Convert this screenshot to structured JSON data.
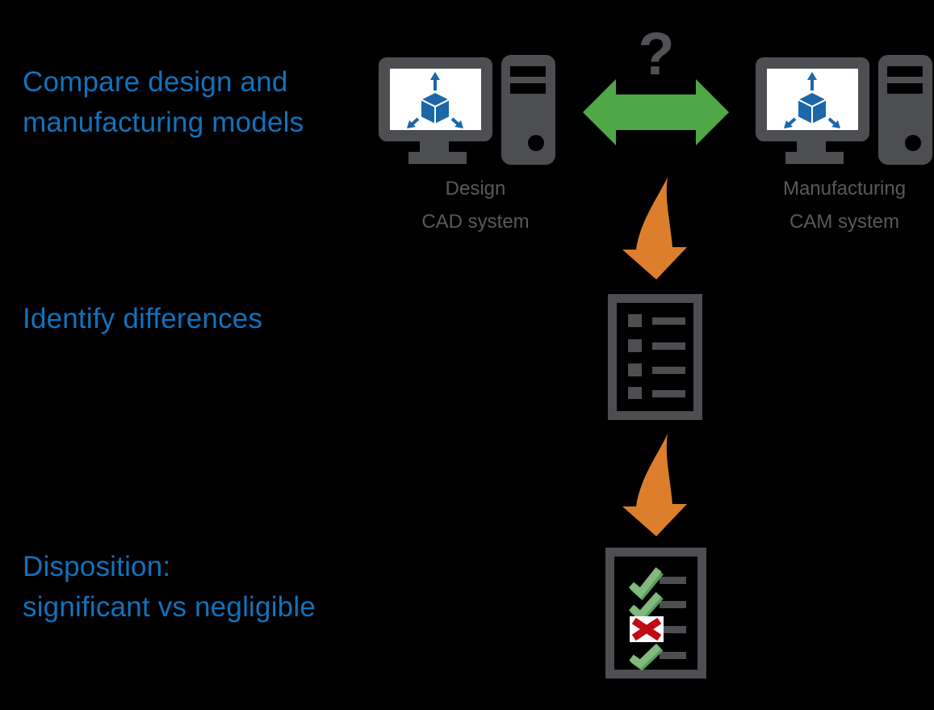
{
  "steps": {
    "compare": {
      "line1": "Compare design and",
      "line2": "manufacturing models"
    },
    "identify": {
      "title": "Identify differences"
    },
    "disposition": {
      "line1": "Disposition:",
      "line2": "significant vs negligible"
    }
  },
  "systems": {
    "design": {
      "name": "Design",
      "type": "CAD system"
    },
    "manufacturing": {
      "name": "Manufacturing",
      "type": "CAM system"
    }
  },
  "comparison": {
    "question_mark": "?"
  },
  "icons": {
    "design_station": "computer-workstation-with-3d-cube-icon",
    "manufacturing_station": "computer-workstation-with-3d-cube-icon",
    "compare": "green-double-headed-arrow-icon",
    "flow_down_1": "orange-curved-down-arrow-icon",
    "flow_down_2": "orange-curved-down-arrow-icon",
    "differences": "list-document-icon",
    "disposition": "checklist-document-with-checks-and-cross-icon"
  },
  "colors": {
    "background": "#000000",
    "title_blue": "#1272BC",
    "icon_gray": "#4D4E52",
    "label_gray": "#58595B",
    "question_gray": "#515156",
    "arrow_green": "#4FA746",
    "arrow_orange": "#DD7E2C",
    "check_green_light": "#82B97E",
    "check_green_dark": "#58A05C",
    "cross_red": "#C00A14",
    "cube_blue": "#1B67A8",
    "screen_white": "#FFFFFF"
  }
}
